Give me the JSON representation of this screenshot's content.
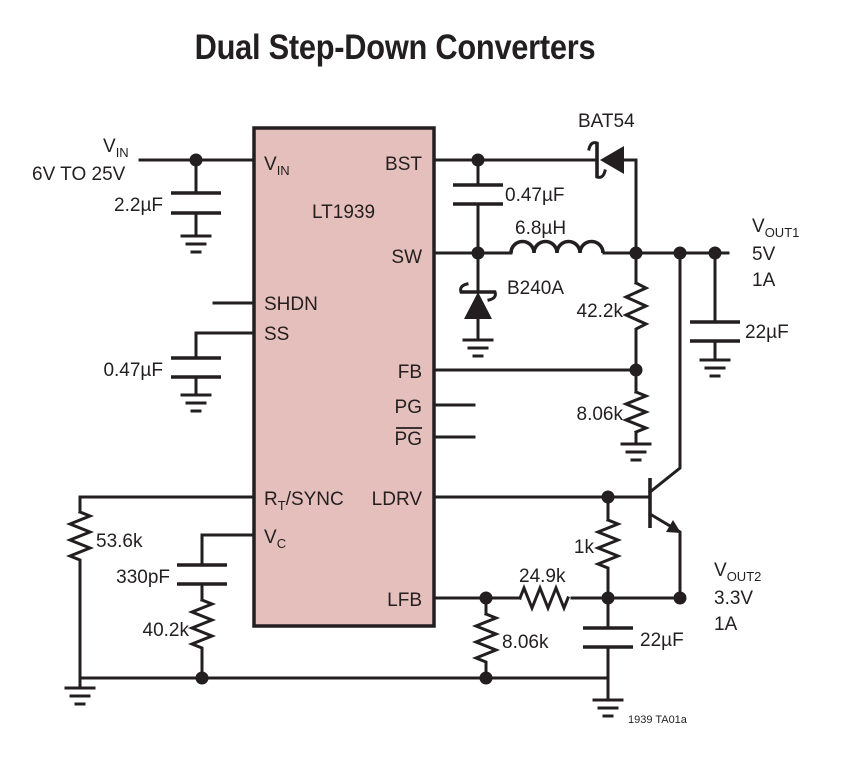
{
  "title": "Dual Step-Down Converters",
  "figure_id": "1939 TA01a",
  "colors": {
    "ic_fill": "#e5bfbb",
    "ink": "#231f20"
  },
  "ic": {
    "name": "LT1939",
    "pins": {
      "vin": "V",
      "vin_sub": "IN",
      "bst": "BST",
      "sw": "SW",
      "shdn": "SHDN",
      "ss": "SS",
      "fb": "FB",
      "pg": "PG",
      "pgb": "PG",
      "rt": "R",
      "rt_sub": "T",
      "rt_rest": "/SYNC",
      "ldrv": "LDRV",
      "vc": "V",
      "vc_sub": "C",
      "lfb": "LFB"
    }
  },
  "input": {
    "label": "V",
    "label_sub": "IN",
    "range": "6V TO 25V"
  },
  "outputs": [
    {
      "label": "V",
      "label_sub": "OUT1",
      "voltage": "5V",
      "current": "1A"
    },
    {
      "label": "V",
      "label_sub": "OUT2",
      "voltage": "3.3V",
      "current": "1A"
    }
  ],
  "components": {
    "c_in": "2.2µF",
    "c_bst": "0.47µF",
    "c_ss": "0.47µF",
    "c_vc": "330pF",
    "c_out1": "22µF",
    "c_out2": "22µF",
    "l1": "6.8µH",
    "d_bst": "BAT54",
    "d_sw": "B240A",
    "r_fb_top": "42.2k",
    "r_fb_bot": "8.06k",
    "r_rt": "53.6k",
    "r_vc": "40.2k",
    "r_lfb_bot": "8.06k",
    "r_lfb_ser": "24.9k",
    "r_ldrv": "1k"
  }
}
